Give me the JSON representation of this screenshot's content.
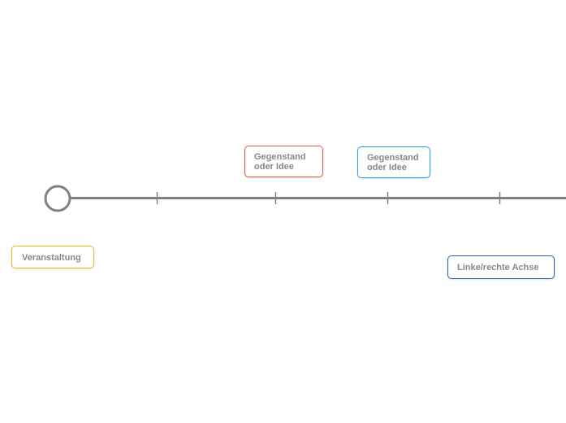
{
  "timeline": {
    "line_color": "#808080",
    "tick_count": 4,
    "start_marker": "circle"
  },
  "nodes": {
    "event": {
      "label": "Veranstaltung",
      "border_color": "#F5B323"
    },
    "idea_1": {
      "label": "Gegenstand\noder Idee",
      "border_color": "#E8593C"
    },
    "idea_2": {
      "label": "Gegenstand\noder Idee",
      "border_color": "#2A9FD8"
    },
    "axis_label": {
      "label": "Linke/rechte Achse",
      "border_color": "#1F5FB5"
    }
  },
  "text_color": "#888888"
}
